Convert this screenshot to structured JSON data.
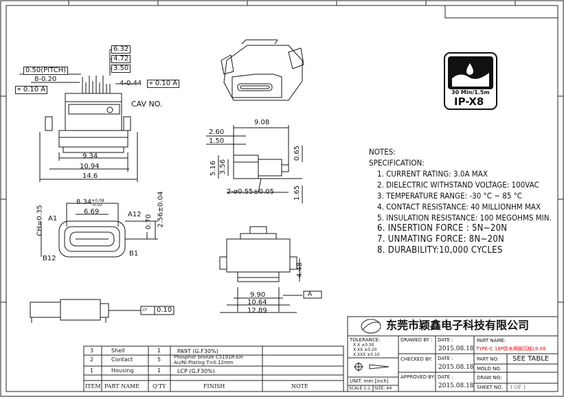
{
  "company": {
    "name_cn": "东莞市颖鑫电子科技有限公司"
  },
  "icon": {
    "text_top": "30 Min/1.5m",
    "text_bottom": "IP-X8"
  },
  "labels": {
    "cav_no": "CAV NO.",
    "a1": "A1",
    "a12": "A12",
    "b12": "B12",
    "b1": "B1",
    "datum_a": "A"
  },
  "dims": {
    "d_632": "6.32",
    "d_472": "4.72",
    "d_350": "3.50",
    "d_pitch": "0.50(PITCH)",
    "d_8x020": "8-0.20",
    "d_4x044": "4-0.44",
    "tol_pos1": "0.10",
    "tol_pos2": "0.10",
    "tol_ref": "A",
    "d_934": "9.34",
    "d_1094": "10.94",
    "d_146": "14.6",
    "d_908": "9.08",
    "d_260": "2.60",
    "d_150": "1.50",
    "d_516": "5.16",
    "d_356": "3.56",
    "d_065": "0.65",
    "d_165": "1.65",
    "d_holes": "2-ø0.55±0.05",
    "d_834": "8.34",
    "d_834_tol_up": "+0.08",
    "d_834_tol_dn": "-0.02",
    "d_669": "6.69",
    "d_ch": "CH=0.35",
    "d_070": "0.70",
    "d_256": "2.56±0.04",
    "d_448": "4.48",
    "d_990": "9.90",
    "d_1064": "10.64",
    "d_1289": "12.89",
    "flat_val": "0.10"
  },
  "notes": {
    "title": "NOTES:",
    "spec": "SPECIFICATION:",
    "items_small": [
      "1. CURRENT RATING: 3.0A MAX",
      "2. DIELECTRIC WITHSTAND VOLTAGE: 100VAC",
      "3. TEMPERATURE RANGE: -30 °C ~ 85 °C",
      "4. CONTACT RESISTANCE: 40 MILLIONHM MAX",
      "5. INSULATION RESISTANCE: 100 MEGOHMS MIN."
    ],
    "items_large": [
      "6. INSERTION FORCE : 5N~20N",
      "7. UNMATING FORCE: 8N~20N",
      "8. DURABILITY:10,000 CYCLES"
    ]
  },
  "bom": {
    "headers": [
      "ITEM",
      "PART NAME",
      "Q'TY",
      "FINISH",
      "NOTE"
    ],
    "rows": [
      {
        "item": "3",
        "part": "Shell",
        "qty": "1",
        "finish": "PA9T (G.F30%)",
        "finish2": "",
        "note": ""
      },
      {
        "item": "2",
        "part": "Contact",
        "qty": "5",
        "finish": "Phosphor bronze C5191R-EH",
        "finish2": "Au/Ni Plating T=0.12mm",
        "note": ""
      },
      {
        "item": "1",
        "part": "Housing",
        "qty": "1",
        "finish": "LCP (G.F30%)",
        "finish2": "",
        "note": ""
      }
    ]
  },
  "title_block": {
    "tolerance_label": "TOLERANCE:",
    "tol_rows": [
      "X.X ±0.30",
      "X.XX ±0.20",
      "X.XXX ±0.10"
    ],
    "unit": "UNIT: mm [inch]",
    "scale": "SCALE:1:1",
    "size": "SIZE: A4",
    "drawn_by": "DRAWED BY :",
    "checked_by": "CHECKED BY:",
    "approved_by": "APPROVED BY:",
    "date_label": "DATE :",
    "date": "2015.08.18",
    "part_name_label": "PART NAME:",
    "part_name_value": "TYPE-C 16P防水两脚沉板L9.08",
    "part_no_label": "PART NO.",
    "part_no_value": "SEE TABLE",
    "mold_no_label": "MOLD NO.",
    "draw_no_label": "DRAW NO:",
    "sheet_no_label": "SHEET NO.",
    "sheet_no_value": "1 OF 1"
  }
}
